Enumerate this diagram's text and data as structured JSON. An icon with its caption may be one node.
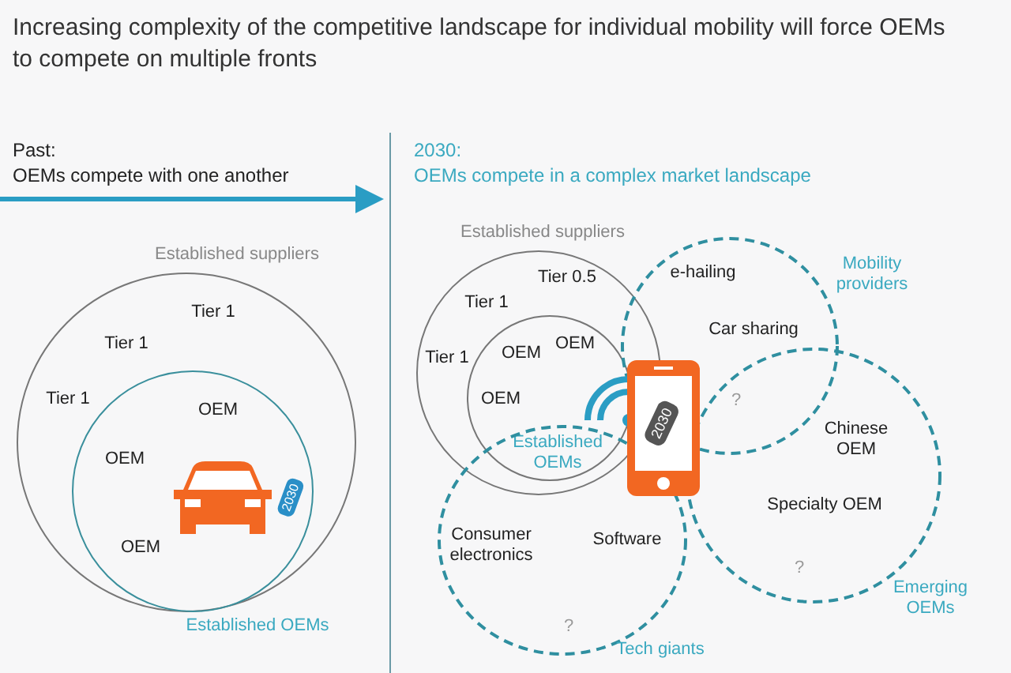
{
  "diagram": {
    "title": "Increasing complexity of the competitive landscape for individual mobility will force OEMs to compete on multiple fronts",
    "nodes": [
      {
        "text": [
          "Established suppliers"
        ]
      },
      {
        "text": [
          "Established OEMs"
        ],
        "in": 0
      },
      {
        "text": [
          "Established suppliers"
        ]
      },
      {
        "text": [
          "Established OEMs"
        ],
        "in": 2
      },
      {
        "text": [
          "Mobility providers"
        ]
      },
      {
        "text": [
          "Emerging OEMs"
        ]
      },
      {
        "text": [
          "Tech giants"
        ]
      }
    ],
    "edges": [],
    "labels": [
      "Past:",
      "OEMs compete with one another",
      "2030:",
      "OEMs compete in a complex market landscape",
      "Tier 1",
      "Tier 1",
      "Tier 1",
      "OEM",
      "OEM",
      "OEM",
      "2030",
      "Tier 0.5",
      "Tier 1",
      "Tier 1",
      "OEM",
      "OEM",
      "OEM",
      "e-hailing",
      "Car sharing",
      "?",
      "2030",
      "Chinese OEM",
      "Specialty OEM",
      "?",
      "Consumer electronics",
      "Software",
      "?"
    ]
  }
}
